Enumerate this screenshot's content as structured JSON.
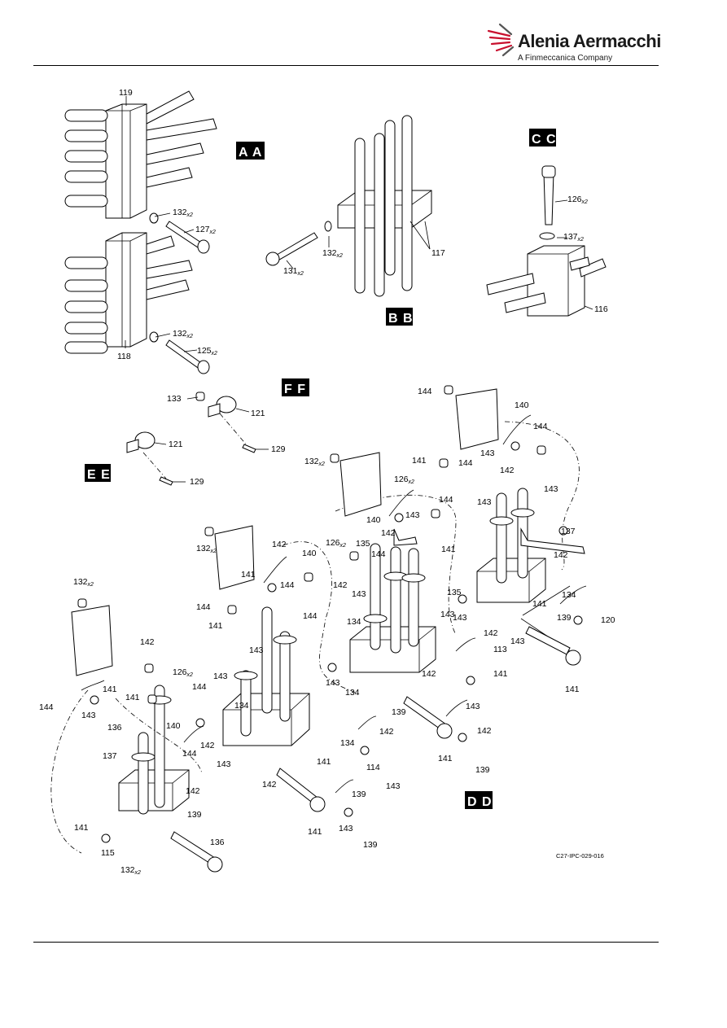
{
  "header": {
    "brand_name": "Alenia Aermacchi",
    "brand_tagline": "A Finmeccanica Company"
  },
  "figure": {
    "views": [
      "A A",
      "B B",
      "C C",
      "D D",
      "E E",
      "F F"
    ],
    "callouts": [
      {
        "n": "119"
      },
      {
        "n": "132",
        "q": "x2"
      },
      {
        "n": "127",
        "q": "x2"
      },
      {
        "n": "132",
        "q": "x2"
      },
      {
        "n": "125",
        "q": "x2"
      },
      {
        "n": "118"
      },
      {
        "n": "131",
        "q": "x2"
      },
      {
        "n": "132",
        "q": "x2"
      },
      {
        "n": "117"
      },
      {
        "n": "126",
        "q": "x2"
      },
      {
        "n": "137",
        "q": "x2"
      },
      {
        "n": "116"
      },
      {
        "n": "133"
      },
      {
        "n": "121"
      },
      {
        "n": "129"
      },
      {
        "n": "121"
      },
      {
        "n": "129"
      },
      {
        "n": "144"
      },
      {
        "n": "140"
      },
      {
        "n": "144"
      },
      {
        "n": "143"
      },
      {
        "n": "142"
      },
      {
        "n": "141"
      },
      {
        "n": "144"
      },
      {
        "n": "143"
      },
      {
        "n": "143"
      },
      {
        "n": "137"
      },
      {
        "n": "142"
      },
      {
        "n": "134"
      },
      {
        "n": "141"
      },
      {
        "n": "139"
      },
      {
        "n": "142"
      },
      {
        "n": "120"
      },
      {
        "n": "143"
      },
      {
        "n": "141"
      },
      {
        "n": "132",
        "q": "x2"
      },
      {
        "n": "126",
        "q": "x2"
      },
      {
        "n": "144"
      },
      {
        "n": "140"
      },
      {
        "n": "143"
      },
      {
        "n": "142"
      },
      {
        "n": "144"
      },
      {
        "n": "141"
      },
      {
        "n": "135"
      },
      {
        "n": "135"
      },
      {
        "n": "143"
      },
      {
        "n": "143"
      },
      {
        "n": "134"
      },
      {
        "n": "143"
      },
      {
        "n": "113"
      },
      {
        "n": "142"
      },
      {
        "n": "141"
      },
      {
        "n": "139"
      },
      {
        "n": "143"
      },
      {
        "n": "142"
      },
      {
        "n": "141"
      },
      {
        "n": "139"
      },
      {
        "n": "132",
        "q": "x2"
      },
      {
        "n": "142"
      },
      {
        "n": "126",
        "q": "x2"
      },
      {
        "n": "141"
      },
      {
        "n": "144"
      },
      {
        "n": "140"
      },
      {
        "n": "144"
      },
      {
        "n": "142"
      },
      {
        "n": "141"
      },
      {
        "n": "143"
      },
      {
        "n": "144"
      },
      {
        "n": "143"
      },
      {
        "n": "143"
      },
      {
        "n": "134"
      },
      {
        "n": "134"
      },
      {
        "n": "134"
      },
      {
        "n": "142"
      },
      {
        "n": "141"
      },
      {
        "n": "114"
      },
      {
        "n": "143"
      },
      {
        "n": "139"
      },
      {
        "n": "142"
      },
      {
        "n": "143"
      },
      {
        "n": "141"
      },
      {
        "n": "139"
      },
      {
        "n": "132",
        "q": "x2"
      },
      {
        "n": "142"
      },
      {
        "n": "126",
        "q": "x2"
      },
      {
        "n": "141"
      },
      {
        "n": "144"
      },
      {
        "n": "144"
      },
      {
        "n": "143"
      },
      {
        "n": "141"
      },
      {
        "n": "136"
      },
      {
        "n": "140"
      },
      {
        "n": "142"
      },
      {
        "n": "144"
      },
      {
        "n": "143"
      },
      {
        "n": "137"
      },
      {
        "n": "142"
      },
      {
        "n": "139"
      },
      {
        "n": "141"
      },
      {
        "n": "136"
      },
      {
        "n": "115"
      },
      {
        "n": "132",
        "q": "x2"
      },
      {
        "n": "143"
      },
      {
        "n": "127",
        "q": "x2"
      },
      {
        "n": "142"
      },
      {
        "n": "141"
      }
    ],
    "reference": "C27-IPC-029-016"
  }
}
